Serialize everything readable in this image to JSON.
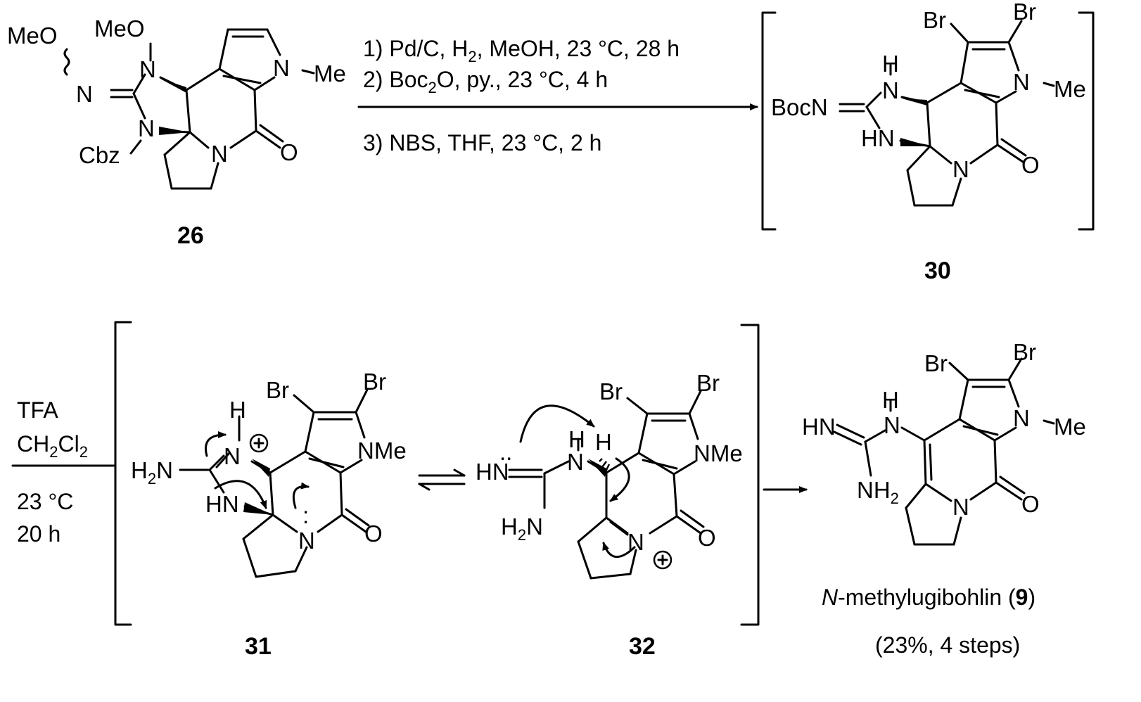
{
  "compounds": {
    "c26": {
      "id": "26",
      "atoms": {
        "meo1": "MeO",
        "meo2": "MeO",
        "n_oxime": "N",
        "n1": "N",
        "n2": "N",
        "cbz": "Cbz",
        "n_pyrrole": "N",
        "me_pyrrole": "Me",
        "n_lactam": "N",
        "o_carbonyl": "O"
      }
    },
    "c30": {
      "id": "30",
      "atoms": {
        "br1": "Br",
        "br2": "Br",
        "h_nh": "H",
        "n_imid1": "N",
        "bocn": "BocN",
        "hn": "HN",
        "n_pyrrole": "N",
        "me": "Me",
        "n_lactam": "N",
        "o_carbonyl": "O"
      }
    },
    "c31": {
      "id": "31",
      "atoms": {
        "br1": "Br",
        "br2": "Br",
        "h_top": "H",
        "n_plus": "N",
        "plus": "+",
        "h2n": "H",
        "h2n_sub": "2",
        "h2n_n": "N",
        "hn": "HN",
        "nme": "NMe",
        "n_lactam": "N",
        "lone_pair": ":",
        "o_carbonyl": "O"
      }
    },
    "c32": {
      "id": "32",
      "atoms": {
        "br1": "Br",
        "br2": "Br",
        "lone_pair": "..",
        "hn_left": "HN",
        "h_nh": "H",
        "n_nh": "N",
        "h_stereo": "H",
        "h2n": "H",
        "h2n_sub": "2",
        "h2n_n": "N",
        "nme": "NMe",
        "n_plus": "N",
        "plus": "+",
        "o_carbonyl": "O"
      }
    },
    "c9": {
      "id": "9",
      "name_prefix": "N",
      "name_mid": "-methylugibohlin (",
      "name_suffix": ")",
      "yield": "(23%, 4 steps)",
      "atoms": {
        "br1": "Br",
        "br2": "Br",
        "h_nh": "H",
        "hn": "HN",
        "n_nh": "N",
        "nh2": "NH",
        "nh2_sub": "2",
        "n_pyrrole": "N",
        "me": "Me",
        "n_lactam": "N",
        "o_carbonyl": "O"
      }
    }
  },
  "conditions": {
    "step1": {
      "line1": "1) Pd/C, H",
      "line1_sub": "2",
      "line1_rest": ", MeOH, 23 °C, 28 h",
      "line2": "2) Boc",
      "line2_sub": "2",
      "line2_rest": "O, py., 23 °C, 4 h",
      "line3": "3) NBS, THF, 23 °C, 2 h"
    },
    "step2": {
      "reagent1": "TFA",
      "reagent2_a": "CH",
      "reagent2_sub1": "2",
      "reagent2_b": "Cl",
      "reagent2_sub2": "2",
      "temp": "23 °C",
      "time": "20 h"
    }
  }
}
